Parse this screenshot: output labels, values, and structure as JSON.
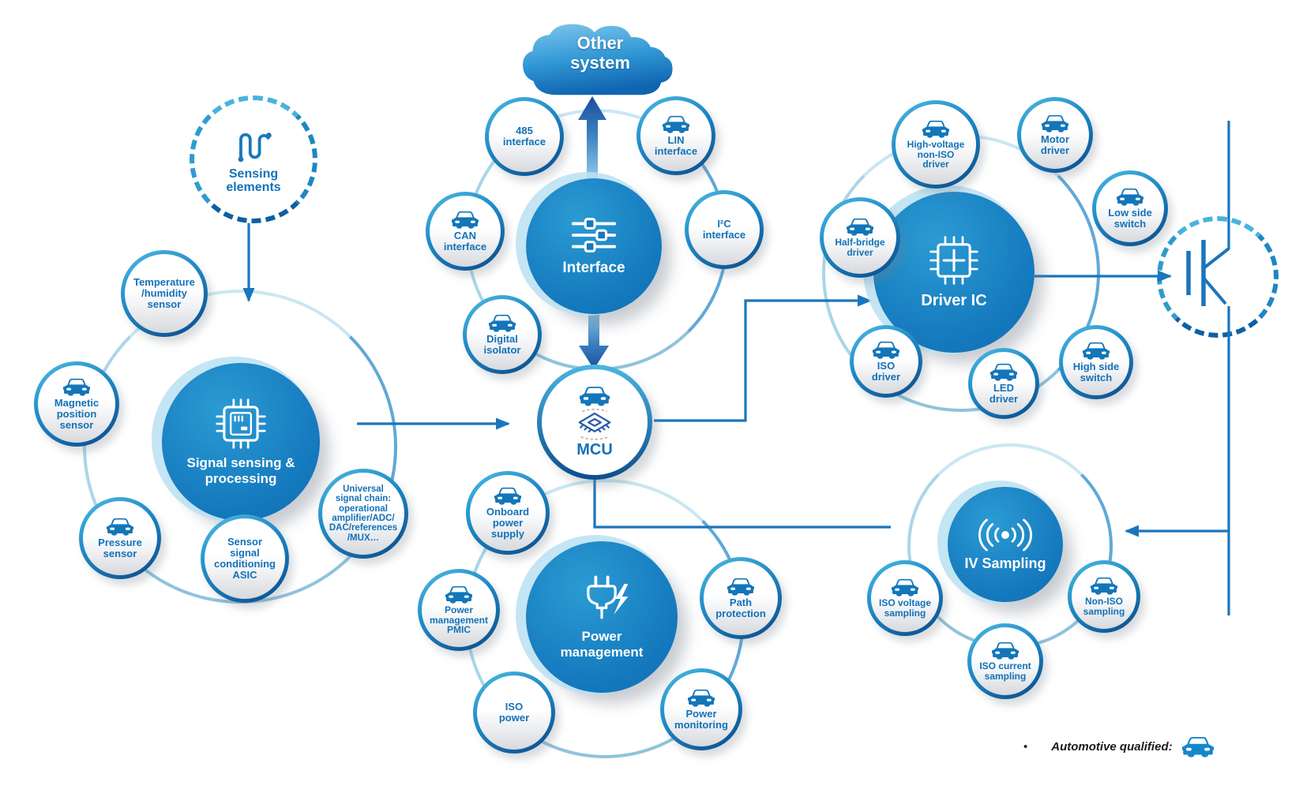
{
  "cloud": {
    "label": "Other\nsystem"
  },
  "hubs": {
    "sensing": {
      "label": "Sensing\nelements"
    },
    "signal": {
      "label": "Signal sensing &\nprocessing"
    },
    "interface": {
      "label": "Interface"
    },
    "mcu": {
      "label": "MCU"
    },
    "driver": {
      "label": "Driver IC"
    },
    "power": {
      "label": "Power\nmanagement"
    },
    "iv": {
      "label": "IV Sampling"
    }
  },
  "satellites": {
    "temp": {
      "label": "Temperature\n/humidity\nsensor",
      "automotive": false
    },
    "magnetic": {
      "label": "Magnetic\nposition\nsensor",
      "automotive": true
    },
    "pressure": {
      "label": "Pressure\nsensor",
      "automotive": true
    },
    "asic": {
      "label": "Sensor\nsignal\nconditioning\nASIC",
      "automotive": false
    },
    "universal": {
      "label": "Universal\nsignal chain:\noperational\namplifier/ADC/\nDAC/references\n/MUX…",
      "automotive": false
    },
    "i485": {
      "label": "485\ninterface",
      "automotive": false
    },
    "lin": {
      "label": "LIN\ninterface",
      "automotive": true
    },
    "can": {
      "label": "CAN\ninterface",
      "automotive": true
    },
    "i2c": {
      "label": "I²C\ninterface",
      "automotive": false
    },
    "dig_iso": {
      "label": "Digital\nisolator",
      "automotive": true
    },
    "hv": {
      "label": "High-voltage\nnon-ISO\ndriver",
      "automotive": true
    },
    "motor": {
      "label": "Motor\ndriver",
      "automotive": true
    },
    "low_side": {
      "label": "Low side\nswitch",
      "automotive": true
    },
    "half_bridge": {
      "label": "Half-bridge\ndriver",
      "automotive": true
    },
    "iso_driver": {
      "label": "ISO\ndriver",
      "automotive": true
    },
    "led": {
      "label": "LED\ndriver",
      "automotive": true
    },
    "high_side": {
      "label": "High side\nswitch",
      "automotive": true
    },
    "onboard": {
      "label": "Onboard\npower\nsupply",
      "automotive": true
    },
    "pmic": {
      "label": "Power\nmanagement\nPMIC",
      "automotive": true
    },
    "iso_power": {
      "label": "ISO\npower",
      "automotive": false
    },
    "monitoring": {
      "label": "Power\nmonitoring",
      "automotive": true
    },
    "path": {
      "label": "Path\nprotection",
      "automotive": true
    },
    "iso_v": {
      "label": "ISO voltage\nsampling",
      "automotive": true
    },
    "non_iso": {
      "label": "Non-ISO\nsampling",
      "automotive": true
    },
    "iso_c": {
      "label": "ISO current\nsampling",
      "automotive": true
    }
  },
  "legend": {
    "bullet": "•",
    "label": "Automotive qualified:"
  },
  "colors": {
    "hub_blue": "#1478bd",
    "line_blue": "#1b75bc",
    "satellite_text": "#1272b8",
    "car_blue": "#1376ba",
    "dark_navy": "#0c4d8d",
    "legend_text": "#1a1a1a"
  }
}
